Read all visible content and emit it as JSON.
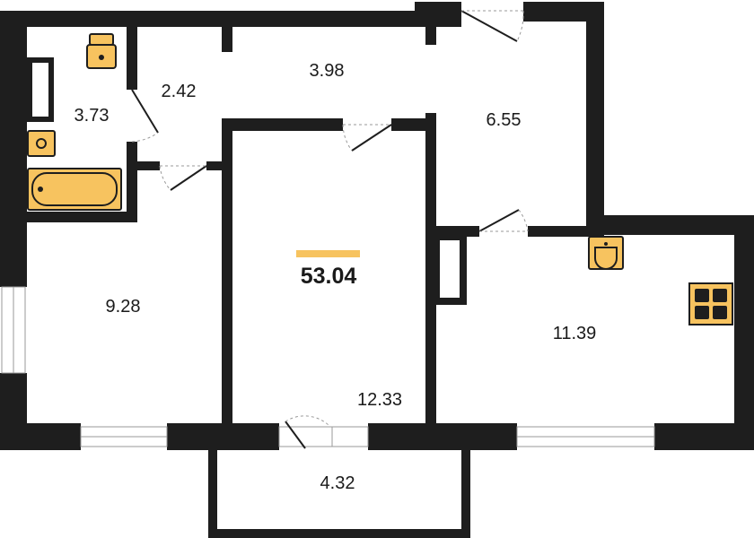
{
  "total_area": "53.04",
  "rooms": {
    "bathroom": "3.73",
    "wc": "2.42",
    "corridor": "3.98",
    "hall": "6.55",
    "bedroom": "9.28",
    "living_room": "12.33",
    "kitchen": "11.39",
    "balcony": "4.32"
  },
  "colors": {
    "wall": "#1e1e1e",
    "fixture_fill": "#f7c35f",
    "accent_bar": "#f7c35f",
    "background": "#ffffff"
  }
}
